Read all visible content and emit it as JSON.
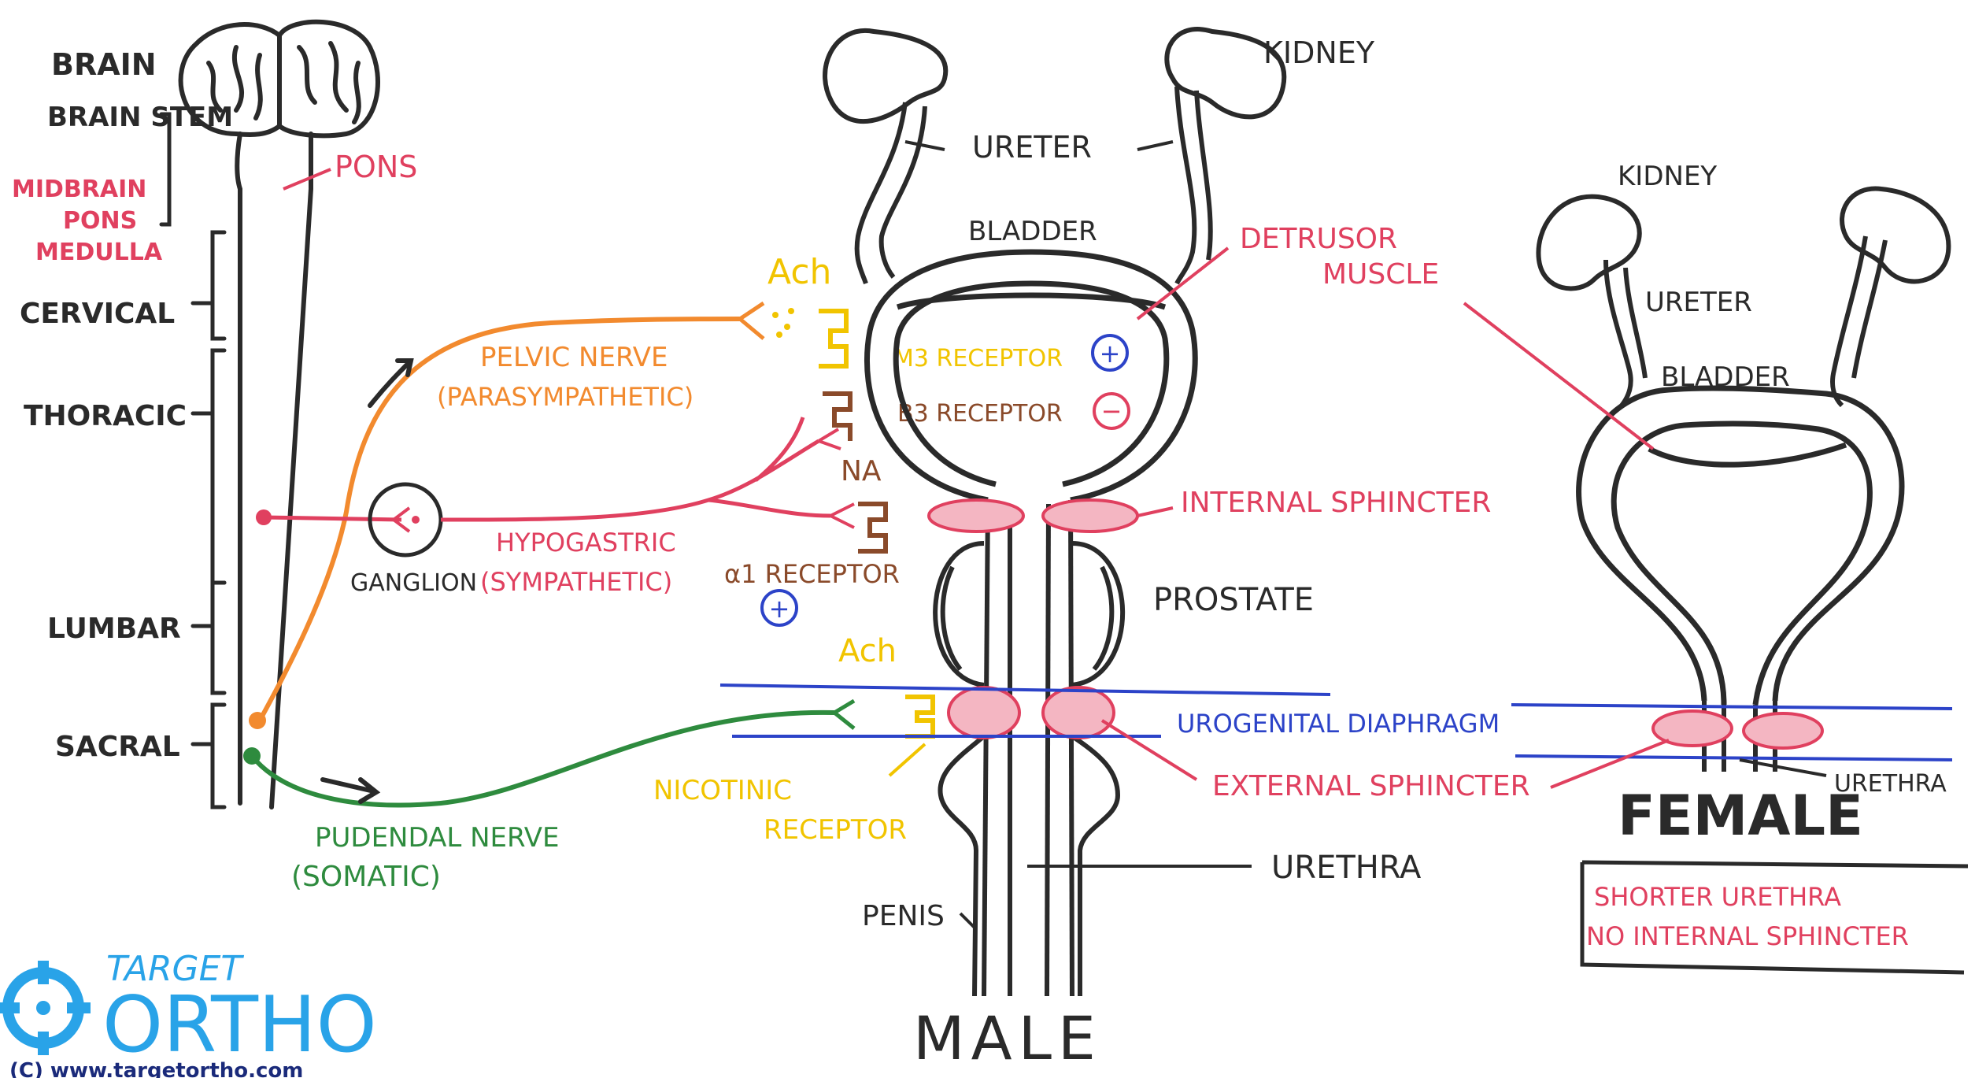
{
  "colors": {
    "ink": "#2a2a2a",
    "pink": "#e0405f",
    "orange": "#f28a2e",
    "yellow": "#f1c400",
    "brown": "#8a4a2a",
    "green": "#2e8b3e",
    "blue": "#2c43c8",
    "logo_blue": "#29a3e8"
  },
  "spinal": {
    "brain": "BRAIN",
    "brain_stem": "BRAIN STEM",
    "midbrain": "MIDBRAIN",
    "pons_small": "PONS",
    "medulla": "MEDULLA",
    "pons_label": "PONS",
    "cervical": "CERVICAL",
    "thoracic": "THORACIC",
    "lumbar": "LUMBAR",
    "sacral": "SACRAL"
  },
  "nerves": {
    "pelvic_nerve": "PELVIC NERVE",
    "pelvic_type": "(PARASYMPATHETIC)",
    "ganglion": "GANGLION",
    "hypogastric": "HYPOGASTRIC",
    "hypogastric_type": "(SYMPATHETIC)",
    "pudendal": "PUDENDAL NERVE",
    "pudendal_type": "(SOMATIC)"
  },
  "receptors": {
    "ach_top": "Ach",
    "m3": "M3 RECEPTOR",
    "m3_sign": "+",
    "b3": "B3 RECEPTOR",
    "b3_sign": "−",
    "na": "NA",
    "alpha1": "α1 RECEPTOR",
    "alpha1_sign": "+",
    "ach_bottom": "Ach",
    "nicotinic": "NICOTINIC",
    "nicotinic_2": "RECEPTOR"
  },
  "male": {
    "kidney": "KIDNEY",
    "ureter": "URETER",
    "bladder": "BLADDER",
    "detrusor": "DETRUSOR",
    "detrusor_2": "MUSCLE",
    "internal_sphincter": "INTERNAL SPHINCTER",
    "prostate": "PROSTATE",
    "urogenital": "UROGENITAL DIAPHRAGM",
    "external_sphincter": "EXTERNAL SPHINCTER",
    "urethra": "URETHRA",
    "penis": "PENIS",
    "title": "MALE"
  },
  "female": {
    "kidney": "KIDNEY",
    "ureter": "URETER",
    "bladder": "BLADDER",
    "urethra": "URETHRA",
    "title": "FEMALE",
    "note_1": "SHORTER URETHRA",
    "note_2": "NO INTERNAL SPHINCTER"
  },
  "logo": {
    "target": "TARGET",
    "ortho": "ORTHO",
    "url": "(C) www.targetortho.com"
  }
}
